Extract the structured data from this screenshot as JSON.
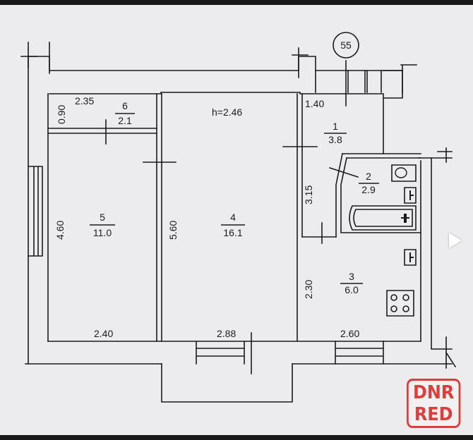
{
  "plan": {
    "number": "55",
    "height": "h=2.46",
    "rooms": [
      {
        "no": "1",
        "area": "3.8"
      },
      {
        "no": "2",
        "area": "2.9"
      },
      {
        "no": "3",
        "area": "6.0"
      },
      {
        "no": "4",
        "area": "16.1"
      },
      {
        "no": "5",
        "area": "11.0"
      },
      {
        "no": "6",
        "area": "2.1"
      }
    ],
    "dimensions": {
      "d_235": "2.35",
      "d_090": "0.90",
      "d_140": "1.40",
      "d_460": "4.60",
      "d_560": "5.60",
      "d_315": "3.15",
      "d_230": "2.30",
      "d_240": "2.40",
      "d_288": "2.88",
      "d_260": "2.60"
    }
  },
  "watermark": {
    "line1": "DNR",
    "line2": "RED"
  },
  "colors": {
    "line": "#1b1b1b",
    "paper": "#ececee",
    "watermark": "#e23b3b",
    "arrow": "#ffffff"
  },
  "nav": {
    "icon": "chevron-right-icon"
  }
}
